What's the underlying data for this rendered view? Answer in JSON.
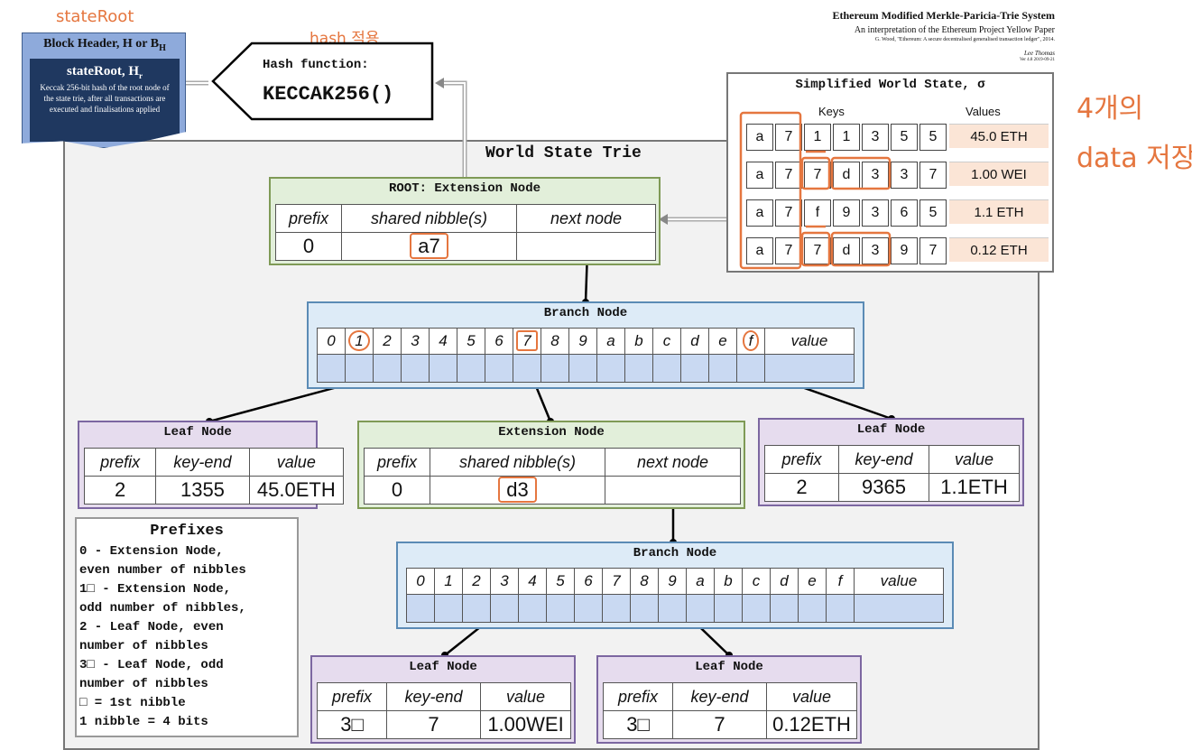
{
  "annotations": {
    "state_root": "stateRoot",
    "hash_apply": "hash 적용",
    "store_line1": "4개의",
    "store_line2": "data 저장"
  },
  "header": {
    "title": "Ethereum Modified Merkle-Paricia-Trie System",
    "subtitle": "An interpretation of the Ethereum Project Yellow Paper",
    "citation": "G. Wood, \"Ethereum: A secure decentralised generalised transaction ledger\", 2014.",
    "author": "Lee Thomas",
    "version": "Ver 4.8 2019-09-21"
  },
  "block_header": {
    "title": "Block Header, H or B",
    "title_sub": "H",
    "state_root": "stateRoot, H",
    "state_root_sub": "r",
    "description": "Keccak 256-bit hash of the root node of the state trie, after all transactions are executed and finalisations applied"
  },
  "hash_box": {
    "label": "Hash function:",
    "function": "KECCAK256()"
  },
  "world_state_trie": {
    "title": "World State Trie"
  },
  "world_state": {
    "title": "Simplified World State, σ",
    "keys_header": "Keys",
    "values_header": "Values",
    "rows": [
      {
        "key": [
          "a",
          "7",
          "1",
          "1",
          "3",
          "5",
          "5"
        ],
        "value": "45.0 ETH"
      },
      {
        "key": [
          "a",
          "7",
          "7",
          "d",
          "3",
          "3",
          "7"
        ],
        "value": "1.00 WEI"
      },
      {
        "key": [
          "a",
          "7",
          "f",
          "9",
          "3",
          "6",
          "5"
        ],
        "value": "1.1 ETH"
      },
      {
        "key": [
          "a",
          "7",
          "7",
          "d",
          "3",
          "9",
          "7"
        ],
        "value": "0.12 ETH"
      }
    ]
  },
  "root_node": {
    "title": "ROOT: Extension Node",
    "headers": [
      "prefix",
      "shared nibble(s)",
      "next node"
    ],
    "prefix": "0",
    "shared": "a7"
  },
  "branch_top": {
    "title": "Branch Node",
    "slots": [
      "0",
      "1",
      "2",
      "3",
      "4",
      "5",
      "6",
      "7",
      "8",
      "9",
      "a",
      "b",
      "c",
      "d",
      "e",
      "f"
    ],
    "value_label": "value"
  },
  "leaf_left": {
    "title": "Leaf Node",
    "headers": [
      "prefix",
      "key-end",
      "value"
    ],
    "prefix": "2",
    "key_end": "1355",
    "value": "45.0ETH"
  },
  "ext_mid": {
    "title": "Extension Node",
    "headers": [
      "prefix",
      "shared nibble(s)",
      "next node"
    ],
    "prefix": "0",
    "shared": "d3"
  },
  "leaf_right": {
    "title": "Leaf Node",
    "headers": [
      "prefix",
      "key-end",
      "value"
    ],
    "prefix": "2",
    "key_end": "9365",
    "value": "1.1ETH"
  },
  "branch_bottom": {
    "title": "Branch Node",
    "slots": [
      "0",
      "1",
      "2",
      "3",
      "4",
      "5",
      "6",
      "7",
      "8",
      "9",
      "a",
      "b",
      "c",
      "d",
      "e",
      "f"
    ],
    "value_label": "value"
  },
  "leaf_bl": {
    "title": "Leaf Node",
    "headers": [
      "prefix",
      "key-end",
      "value"
    ],
    "prefix": "3□",
    "key_end": "7",
    "value": "1.00WEI"
  },
  "leaf_br": {
    "title": "Leaf Node",
    "headers": [
      "prefix",
      "key-end",
      "value"
    ],
    "prefix": "3□",
    "key_end": "7",
    "value": "0.12ETH"
  },
  "prefixes": {
    "title": "Prefixes",
    "lines": [
      "0 - Extension Node,",
      "even number of nibbles",
      "1□ - Extension Node,",
      "odd number of nibbles,",
      "2 - Leaf Node, even",
      "number of nibbles",
      "3□ - Leaf Node, odd",
      "number of nibbles",
      "□ = 1st nibble",
      "1 nibble = 4 bits"
    ]
  },
  "colors": {
    "ink": "#e5763f",
    "extension": "#e2efda",
    "branch": "#ddebf7",
    "leaf": "#e6dcee",
    "value_cell": "#fbe5d6",
    "header_dark": "#1f3860"
  }
}
